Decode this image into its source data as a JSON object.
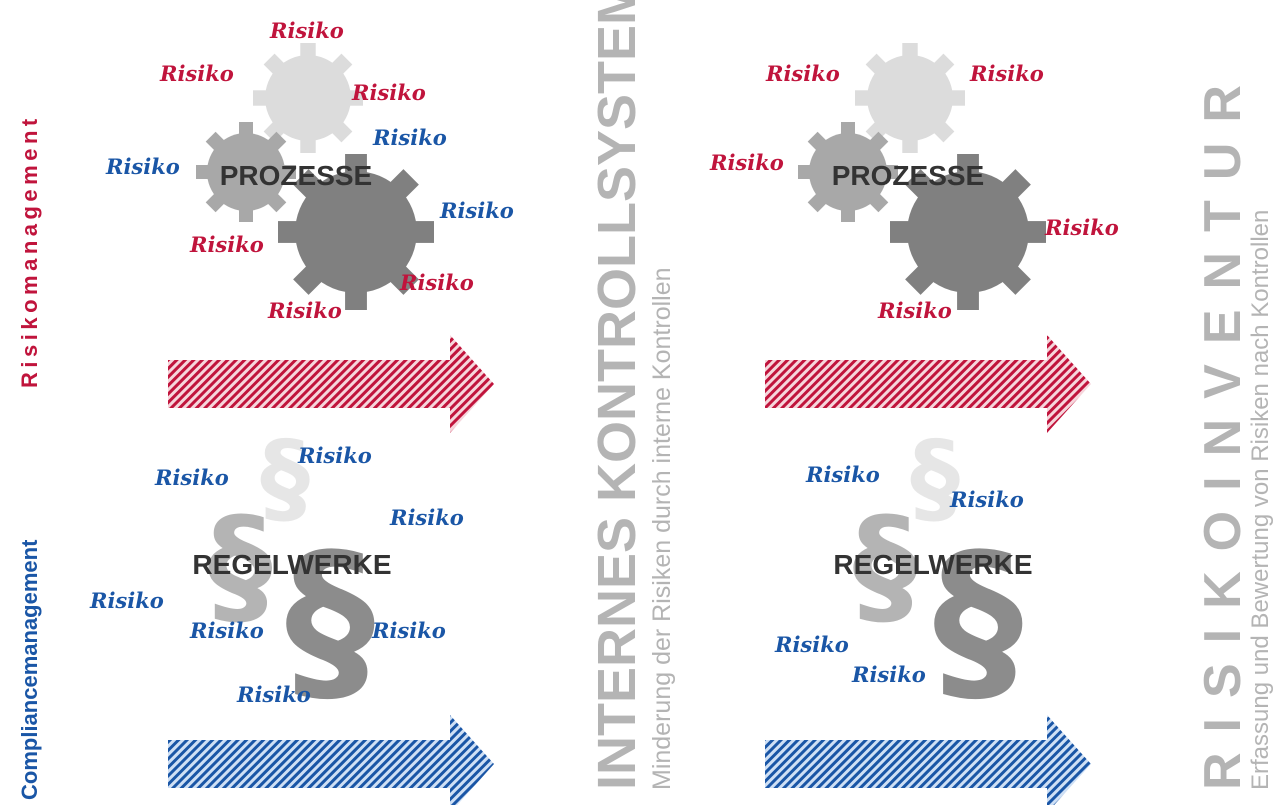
{
  "left_axis": {
    "top_label": "Risikomanagement",
    "bottom_label": "Compliancemanagement",
    "top_color": "#c0143c",
    "bottom_color": "#1a56a6"
  },
  "panel_before": {
    "process_label": "PROZESSE",
    "rules_label": "REGELWERKE",
    "process_risk_label": "Risiko",
    "rules_risk_label": "Risiko"
  },
  "middle": {
    "title": "INTERNES KONTROLLSYSTEM",
    "subtitle": "Minderung der Risiken durch interne Kontrollen"
  },
  "panel_after": {
    "process_label": "PROZESSE",
    "rules_label": "REGELWERKE",
    "process_risk_label": "Risiko",
    "rules_risk_label": "Risiko"
  },
  "right": {
    "title": "RISIKOINVENTUR",
    "subtitle": "Erfassung und Bewertung von Risiken nach Kontrollen"
  },
  "colors": {
    "risk_red": "#c0143c",
    "risk_blue": "#1a56a6",
    "gear_light": "#dcdcdc",
    "gear_mid": "#a8a8a8",
    "gear_dark": "#808080",
    "title_gray": "#b4b4b4"
  },
  "icons": [
    "gear-icon",
    "paragraph-icon",
    "arrow-right-icon"
  ]
}
